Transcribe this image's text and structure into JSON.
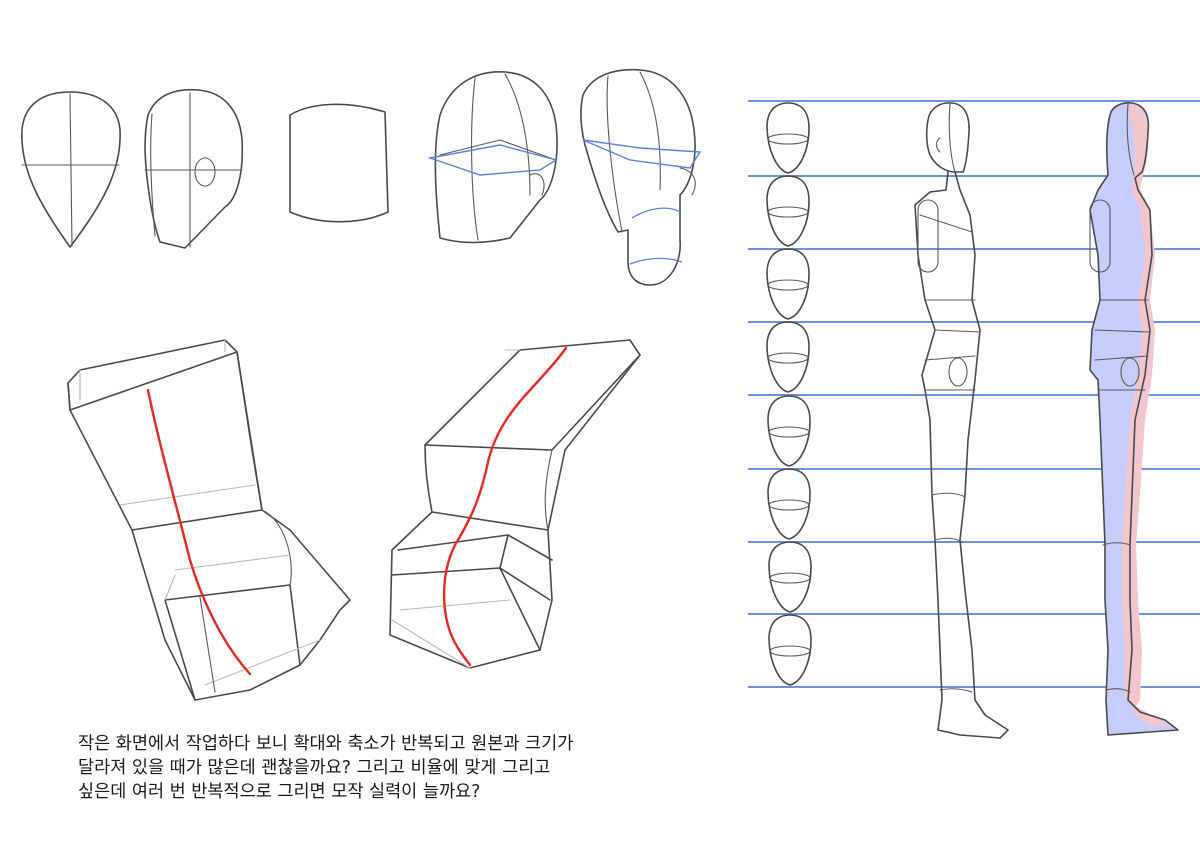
{
  "colors": {
    "ink": "#4a4a4a",
    "light_ink": "#b9b9b9",
    "centerline_red": "#e02a24",
    "guide_blue": "#5b82d6",
    "figure_fill_blue": "#c7cdfa",
    "figure_fill_pink": "#f2c6cd"
  },
  "icons": [
    "head-sketch",
    "torso-box-sketch",
    "head-stack-sketch",
    "figure-sketch",
    "figure-colored-sketch"
  ],
  "proportion_guide": {
    "head_units": 8,
    "line_count": 9
  },
  "caption": {
    "line1": "작은 화면에서 작업하다 보니 확대와 축소가 반복되고 원본과 크기가",
    "line2": "달라져 있을 때가 많은데 괜찮을까요? 그리고 비율에 맞게 그리고",
    "line3": "싶은데 여러 번 반복적으로 그리면 모작 실력이 늘까요?"
  }
}
